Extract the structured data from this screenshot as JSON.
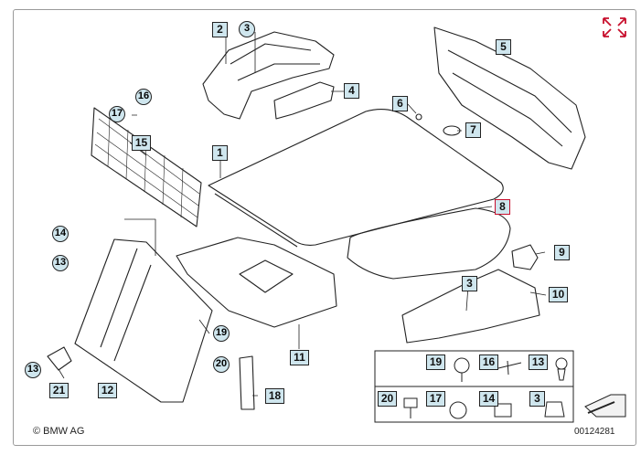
{
  "callouts": [
    "1",
    "2",
    "3",
    "4",
    "5",
    "6",
    "7",
    "8",
    "9",
    "10",
    "11",
    "12",
    "13",
    "14",
    "15",
    "16",
    "17",
    "18",
    "19",
    "20",
    "21"
  ],
  "labels": {
    "p1": "1",
    "p2": "2",
    "p3a": "3",
    "p3b": "3",
    "p4": "4",
    "p5": "5",
    "p6": "6",
    "p7": "7",
    "p8": "8",
    "p9": "9",
    "p10": "10",
    "p11": "11",
    "p12": "12",
    "p13a": "13",
    "p13b": "13",
    "p14": "14",
    "p15": "15",
    "p16": "16",
    "p17": "17",
    "p18": "18",
    "p19": "19",
    "p20": "20",
    "p21": "21"
  },
  "legend": {
    "top": [
      "19",
      "16",
      "13"
    ],
    "bottom": [
      "20",
      "17",
      "14",
      "3"
    ]
  },
  "highlight_callout": "8",
  "colors": {
    "label_fill": "#cfe6ee",
    "highlight": "#c8102e",
    "line": "#222222"
  },
  "icons": [
    "expand-icon"
  ],
  "footer": {
    "copyright": "© BMW AG",
    "doc_id": "00124281"
  }
}
